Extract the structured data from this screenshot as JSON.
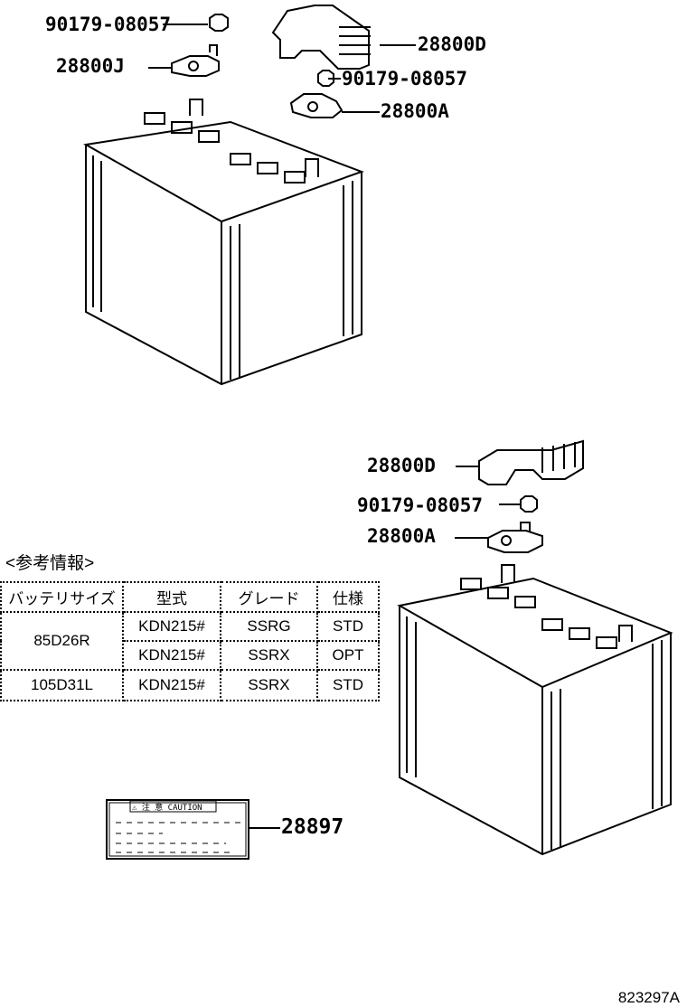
{
  "callouts": {
    "nut_top": "90179-08057",
    "terminal_j": "28800J",
    "cover_top": "28800D",
    "nut_top_2": "90179-08057",
    "terminal_a_top": "28800A",
    "cover_bottom": "28800D",
    "nut_bottom": "90179-08057",
    "terminal_a_bottom": "28800A",
    "caution_label": "28897"
  },
  "caution_label_text": "⚠ 注 意 CAUTION",
  "reference": {
    "title": "<参考情報>",
    "headers": [
      "バッテリサイズ",
      "型式",
      "グレード",
      "仕様"
    ],
    "rows": [
      {
        "size": "85D26R",
        "model": "KDN215#",
        "grade": "SSRG",
        "spec": "STD"
      },
      {
        "model": "KDN215#",
        "grade": "SSRX",
        "spec": "OPT"
      },
      {
        "size": "105D31L",
        "model": "KDN215#",
        "grade": "SSRX",
        "spec": "STD"
      }
    ]
  },
  "diagram_code": "823297A"
}
